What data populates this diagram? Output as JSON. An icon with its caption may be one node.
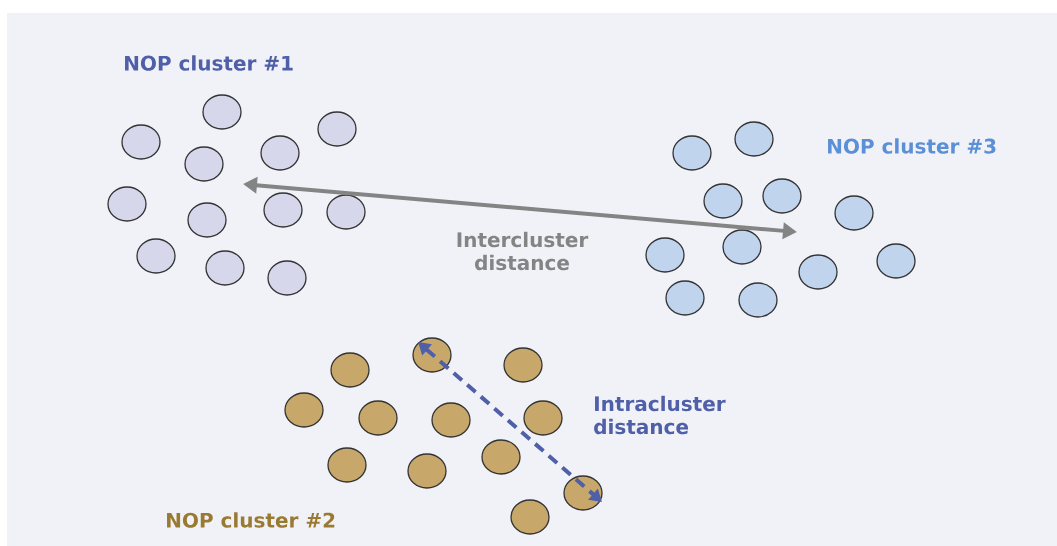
{
  "diagram": {
    "labels": [
      "NOP cluster #1",
      "NOP cluster #3",
      "Intercluster distance",
      "Intracluster distance",
      "NOP cluster #2"
    ]
  }
}
